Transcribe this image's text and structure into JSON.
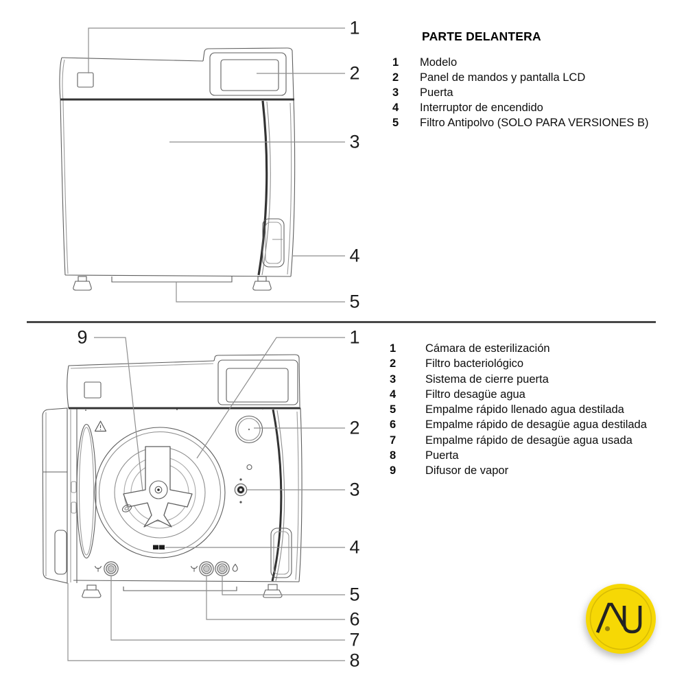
{
  "front_section": {
    "title": "PARTE DELANTERA",
    "items": [
      {
        "num": "1",
        "label": "Modelo"
      },
      {
        "num": "2",
        "label": "Panel de mandos y pantalla LCD"
      },
      {
        "num": "3",
        "label": "Puerta"
      },
      {
        "num": "4",
        "label": "Interruptor de encendido"
      },
      {
        "num": "5",
        "label": "Filtro Antipolvo (SOLO PARA VERSIONES B)"
      }
    ]
  },
  "back_section": {
    "items": [
      {
        "num": "1",
        "label": "Cámara de esterilización"
      },
      {
        "num": "2",
        "label": "Filtro bacteriológico"
      },
      {
        "num": "3",
        "label": "Sistema de cierre puerta"
      },
      {
        "num": "4",
        "label": "Filtro desagüe agua"
      },
      {
        "num": "5",
        "label": "Empalme rápido llenado agua destilada"
      },
      {
        "num": "6",
        "label": "Empalme rápido de desagüe agua destilada"
      },
      {
        "num": "7",
        "label": "Empalme rápido de desagüe agua usada"
      },
      {
        "num": "8",
        "label": "Puerta"
      },
      {
        "num": "9",
        "label": "Difusor de vapor"
      }
    ]
  },
  "logo": {
    "text": "AU",
    "bg_color": "#f6d805"
  }
}
